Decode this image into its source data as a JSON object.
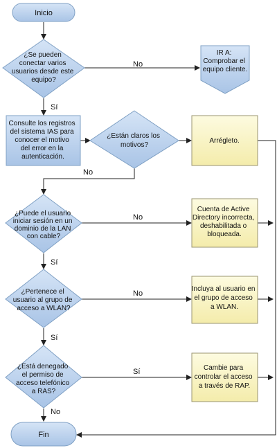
{
  "terminals": {
    "start": "Inicio",
    "end": "Fin"
  },
  "decisions": {
    "d1": [
      "¿Se pueden",
      "conectar varios",
      "usuarios desde este",
      "equipo?"
    ],
    "d2": [
      "¿Están claros los",
      "motivos?"
    ],
    "d3": [
      "¿Puede el usuario",
      "iniciar sesión en un",
      "dominio de la LAN",
      "con cable?"
    ],
    "d4": [
      "¿Pertenece el",
      "usuario al grupo de",
      "acceso a WLAN?"
    ],
    "d5": [
      "¿Está denegado",
      "el permiso de",
      "acceso telefónico",
      "a RAS?"
    ]
  },
  "processes": {
    "p1": [
      "Consulte los registros",
      "del sistema IAS para",
      "conocer el motivo",
      "del error en la",
      "autenticación."
    ]
  },
  "offpage": {
    "o1": [
      "IR A:",
      "Comprobar el",
      "equipo cliente."
    ]
  },
  "actions": {
    "a1": [
      "Arrégleto."
    ],
    "a2": [
      "Cuenta de Active",
      "Directory incorrecta,",
      "deshabilitada o",
      "bloqueada."
    ],
    "a3": [
      "Incluya al usuario en",
      "el grupo de acceso",
      "a WLAN."
    ],
    "a4": [
      "Cambie para",
      "controlar el acceso",
      "a través de RAP."
    ]
  },
  "labels": {
    "no": "No",
    "si": "Sí"
  },
  "colors": {
    "process_fill": "#bcd3ee",
    "process_stroke": "#7fa0c4",
    "action_fill": "#f9f4c0",
    "action_stroke": "#9a9470",
    "line": "#222222"
  }
}
